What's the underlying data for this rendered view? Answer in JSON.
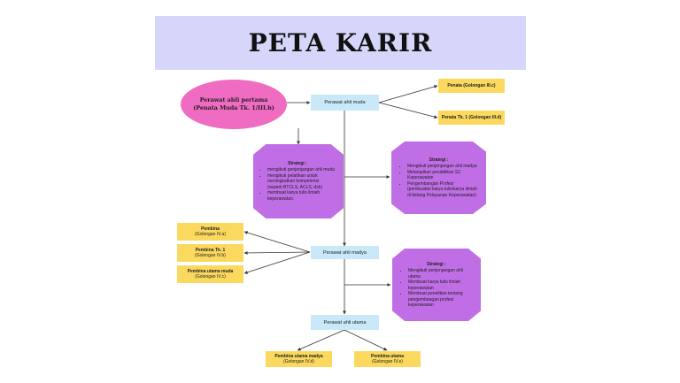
{
  "title": "PETA KARIR",
  "start": {
    "line1": "Perawat ahli pertama",
    "line2": "(Penata Muda Tk. 1/III.b)"
  },
  "levels": {
    "muda": "Perawat ahli muda",
    "madya": "Perawat ahli madya",
    "utama": "Perawat ahli utama"
  },
  "ranks": {
    "penata": {
      "line1": "Penata (Golongan III.c)"
    },
    "penata_tk1": {
      "line1": "Penata Tk. 1 (Golongan III.d)"
    },
    "pembina": {
      "line1": "Pembina",
      "line2": "(Golongan IV.a)"
    },
    "pembina_tk1": {
      "line1": "Pembina Tk. 1",
      "line2": "(Golongan IV.b)"
    },
    "pembina_utama_muda": {
      "line1": "Pembina utama muda",
      "line2": "(Golongan IV.c)"
    },
    "pembina_utama_madya": {
      "line1": "Pembina utama madya",
      "line2": "(Golongan IV.d)"
    },
    "pembina_utama": {
      "line1": "Pembina utama",
      "line2": "(Golongan IV.e)"
    }
  },
  "strategies": {
    "s1": {
      "title": "Strategi :",
      "items": [
        "mengikuti penjenjangan ahli muda",
        "mengikuti pelatihan untuk meningkatkan kompetensi (seperti BTCLS, ACLS, dsb)",
        "membuat karya tulis ilmiah keperawatan."
      ]
    },
    "s2": {
      "title": "Strategi :",
      "items": [
        "Mengikuti penjenjangan ahli madya",
        "Melanjutkan pendidikan S2 Keperawatan",
        "Pengembangan Profesi (pembuatan karya tulis/karya ilmiah di bidang Pelayanan Keperawatan)"
      ]
    },
    "s3": {
      "title": "Strategi :",
      "items": [
        "Mengikuti penjenjangan ahli utama",
        "Membuat karya tulis ilmiah keperawatan",
        "Membuat penelitian tentang pengembangan profesi keperawatan"
      ]
    }
  },
  "colors": {
    "banner": "#d6d6fb",
    "ellipse": "#f06bc2",
    "level_box": "#c9e9f8",
    "rank_box": "#fbd95e",
    "strategy_box": "#c06ee6"
  }
}
